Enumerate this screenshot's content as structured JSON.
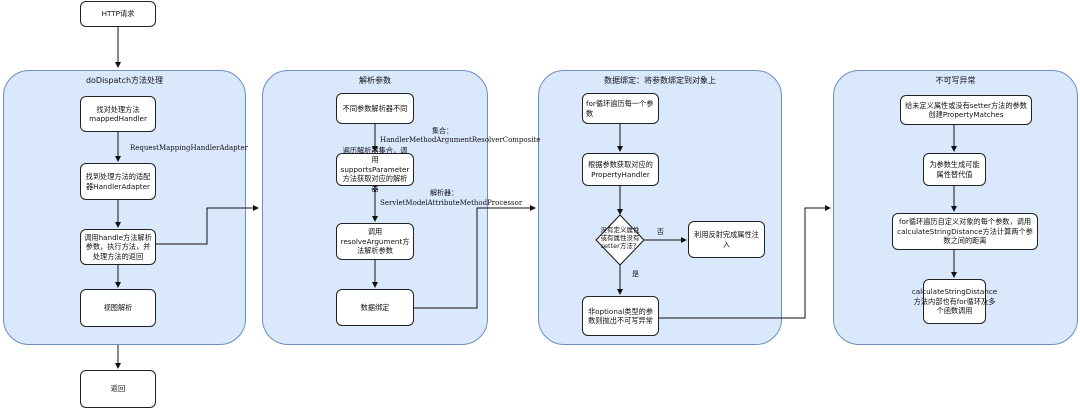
{
  "start": {
    "label": "HTTP请求"
  },
  "lanes": [
    {
      "title": "doDispatch方法处理",
      "steps": [
        "找对处理方法mappedHandler",
        "找到处理方法的适配器HandlerAdapter",
        "调用handle方法解析参数，执行方法，并处理方法的返回",
        "视图解析"
      ],
      "edge_labels": [
        "RequestMappingHandlerAdapter"
      ]
    },
    {
      "title": "解析参数",
      "steps": [
        "不同参数解析器不同",
        "遍历解析器集合，调用supportsParameter方法获取对应的解析器",
        "调用resolveArgument方法解析参数",
        "数据绑定"
      ],
      "edge_labels": [
        "集合：",
        "HandlerMethodArgumentResolverComposite",
        "解析器：",
        "ServletModelAttributeMethodProcessor"
      ]
    },
    {
      "title": "数据绑定：将参数绑定到对象上",
      "steps": [
        "for循环遍历每一个参数",
        "根据参数获取对应的PropertyHandler",
        "没有定义属性或有属性没有setter方法？",
        "利用反射完成属性注入",
        "非optional类型的参数则抛出不可写异常"
      ],
      "edge_labels": [
        "否",
        "是"
      ]
    },
    {
      "title": "不可写异常",
      "steps": [
        "给未定义属性或没有setter方法的参数创建PropertyMatches",
        "为参数生成可能属性替代值",
        "for循环遍历自定义对象的每个参数，调用calculateStringDistance方法计算两个参数之间的距离",
        "calculateStringDistance方法内部也有for循环及多个函数调用"
      ]
    }
  ],
  "end": {
    "label": "返回"
  }
}
